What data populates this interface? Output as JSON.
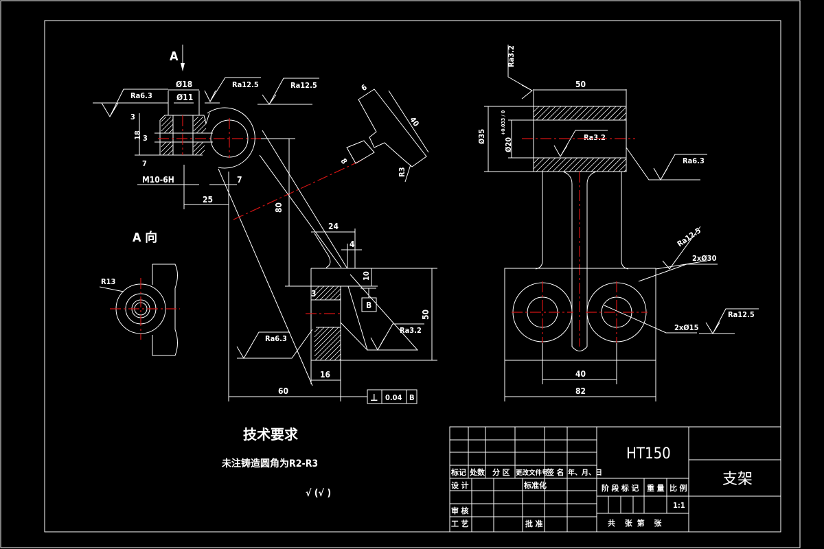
{
  "view_labels": {
    "a_arrow": "A",
    "a_view": "A 向"
  },
  "dimensions": {
    "d18": "Ø18",
    "d11": "Ø11",
    "h3_top": "3",
    "h3_mid": "3",
    "h18": "18",
    "h7_left": "7",
    "thread": "M10-6H",
    "w7": "7",
    "w25": "25",
    "w6": "6",
    "w40_rib": "40",
    "w8": "8",
    "r3": "R3",
    "h80": "80",
    "w24": "24",
    "w4": "4",
    "h10": "10",
    "h3_base": "3",
    "h50": "50",
    "w16": "16",
    "w60": "60",
    "r13": "R13",
    "w50": "50",
    "d35": "Ø35",
    "d20": "Ø20",
    "d20_tol": "+0.033 / 0",
    "w40": "40",
    "w82": "82",
    "holes30": "2xØ30",
    "holes15": "2xØ15"
  },
  "roughness": {
    "ra63_top": "Ra6.3",
    "ra125_a": "Ra12.5",
    "ra125_b": "Ra12.5",
    "ra63_base": "Ra6.3",
    "ra32_base": "Ra3.2",
    "ra32_right_top": "Ra3.2",
    "ra32_bore": "Ra3.2",
    "ra63_right": "Ra6.3",
    "ra125_stem": "Ra12.5",
    "ra125_holes": "Ra12.5"
  },
  "datum": {
    "label": "B"
  },
  "tolerance_frame": {
    "symbol": "⊥",
    "value": "0.04",
    "datum": "B"
  },
  "technical_requirements": {
    "title": "技术要求",
    "note": "未注铸造圆角为R2-R3",
    "roughness_rest": "√ (√ )"
  },
  "title_block": {
    "material": "HT150",
    "part_name": "支架",
    "headers": [
      "标记",
      "处数",
      "分 区",
      "更改文件号",
      "签 名",
      "年、月、日"
    ],
    "design": "设 计",
    "standardization": "标准化",
    "review": "审 核",
    "process": "工 艺",
    "approve": "批 准",
    "stage_mark": "阶 段 标 记",
    "weight": "重 量",
    "scale_label": "比 例",
    "scale": "1:1",
    "sheets": "共    张  第    张"
  },
  "colors": {
    "background": "#000000",
    "lines": "#ffffff",
    "centerlines": "#d21414"
  }
}
